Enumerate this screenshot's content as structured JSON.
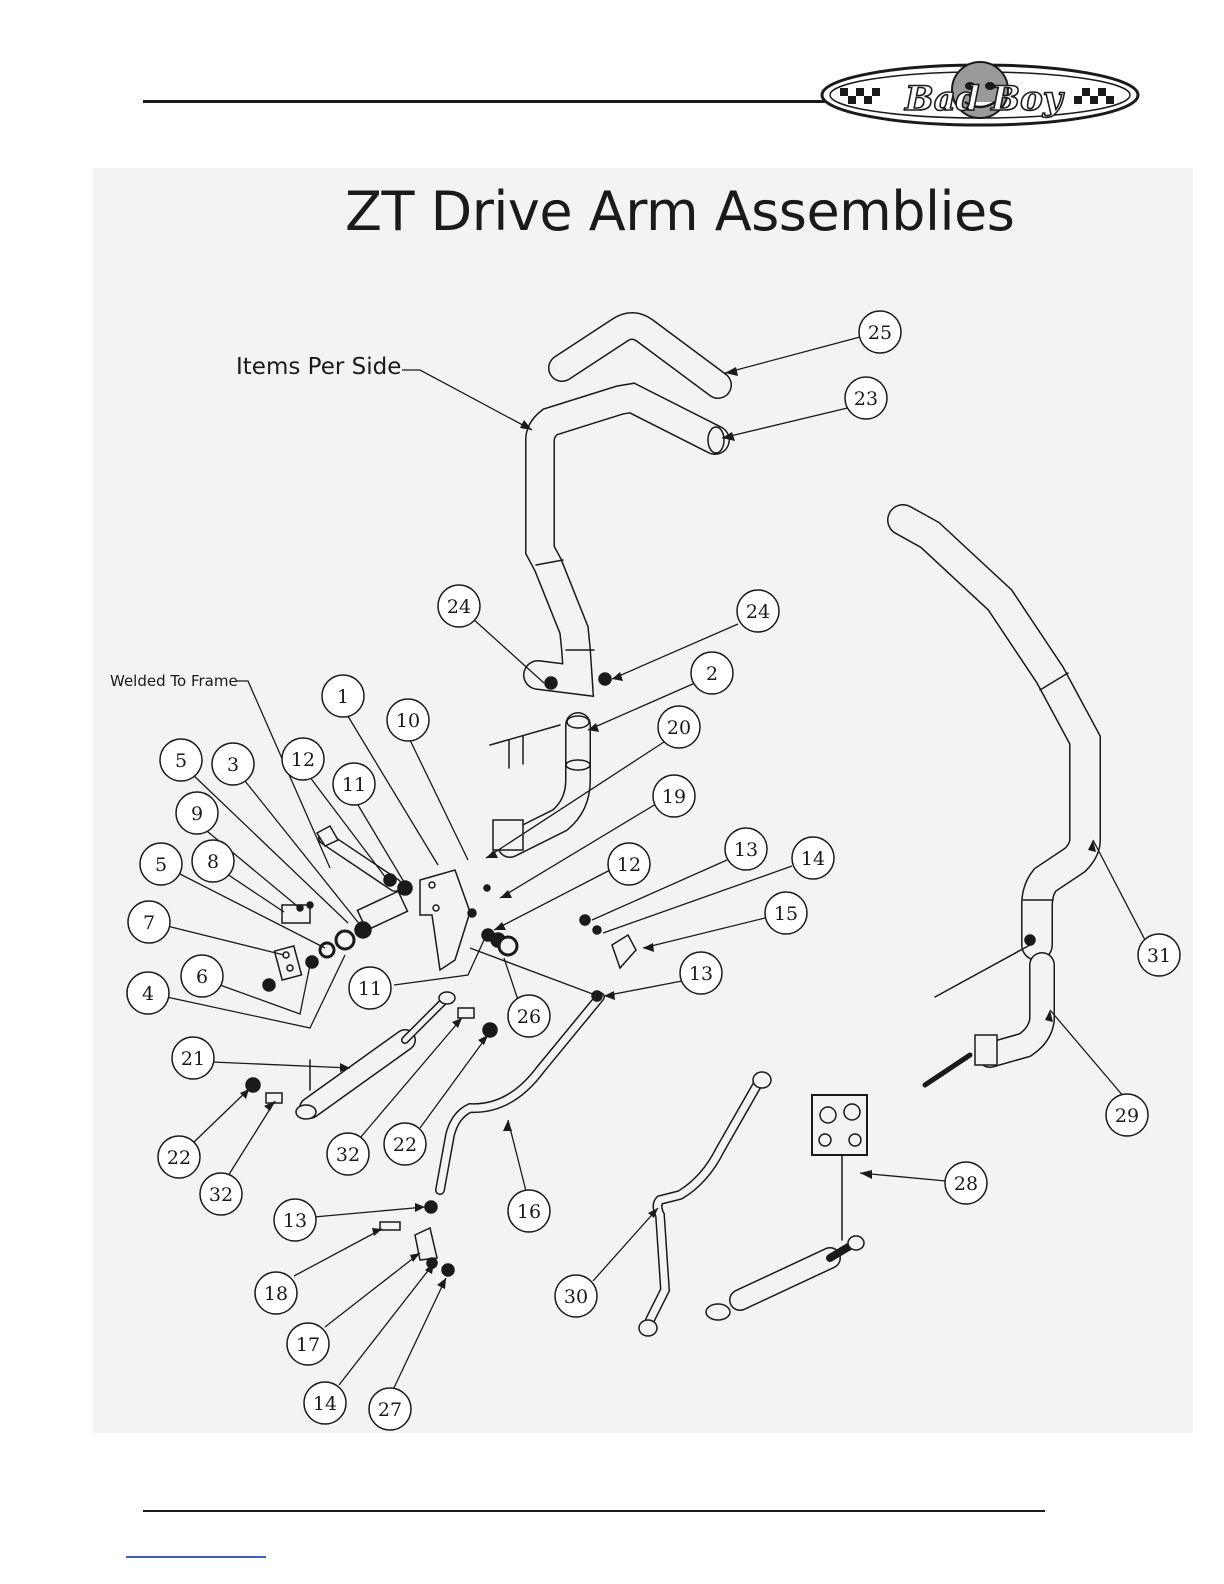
{
  "header": {
    "logo_text": "Bad Boy"
  },
  "title": "ZT Drive Arm Assemblies",
  "annotations": {
    "items_per_side": "Items Per Side",
    "welded_to_frame": "Welded To Frame"
  },
  "callouts": [
    {
      "id": "c25",
      "label": "25"
    },
    {
      "id": "c23",
      "label": "23"
    },
    {
      "id": "c24a",
      "label": "24"
    },
    {
      "id": "c24b",
      "label": "24"
    },
    {
      "id": "c2",
      "label": "2"
    },
    {
      "id": "c1",
      "label": "1"
    },
    {
      "id": "c10",
      "label": "10"
    },
    {
      "id": "c20",
      "label": "20"
    },
    {
      "id": "c5a",
      "label": "5"
    },
    {
      "id": "c3",
      "label": "3"
    },
    {
      "id": "c12a",
      "label": "12"
    },
    {
      "id": "c11a",
      "label": "11"
    },
    {
      "id": "c19",
      "label": "19"
    },
    {
      "id": "c9",
      "label": "9"
    },
    {
      "id": "c5b",
      "label": "5"
    },
    {
      "id": "c8",
      "label": "8"
    },
    {
      "id": "c12b",
      "label": "12"
    },
    {
      "id": "c13a",
      "label": "13"
    },
    {
      "id": "c14a",
      "label": "14"
    },
    {
      "id": "c15",
      "label": "15"
    },
    {
      "id": "c7",
      "label": "7"
    },
    {
      "id": "c6",
      "label": "6"
    },
    {
      "id": "c4",
      "label": "4"
    },
    {
      "id": "c11b",
      "label": "11"
    },
    {
      "id": "c26",
      "label": "26"
    },
    {
      "id": "c13b",
      "label": "13"
    },
    {
      "id": "c31",
      "label": "31"
    },
    {
      "id": "c21",
      "label": "21"
    },
    {
      "id": "c22a",
      "label": "22"
    },
    {
      "id": "c32a",
      "label": "32"
    },
    {
      "id": "c32b",
      "label": "32"
    },
    {
      "id": "c22b",
      "label": "22"
    },
    {
      "id": "c29",
      "label": "29"
    },
    {
      "id": "c28",
      "label": "28"
    },
    {
      "id": "c16",
      "label": "16"
    },
    {
      "id": "c13c",
      "label": "13"
    },
    {
      "id": "c18",
      "label": "18"
    },
    {
      "id": "c30",
      "label": "30"
    },
    {
      "id": "c17",
      "label": "17"
    },
    {
      "id": "c14b",
      "label": "14"
    },
    {
      "id": "c27",
      "label": "27"
    }
  ]
}
